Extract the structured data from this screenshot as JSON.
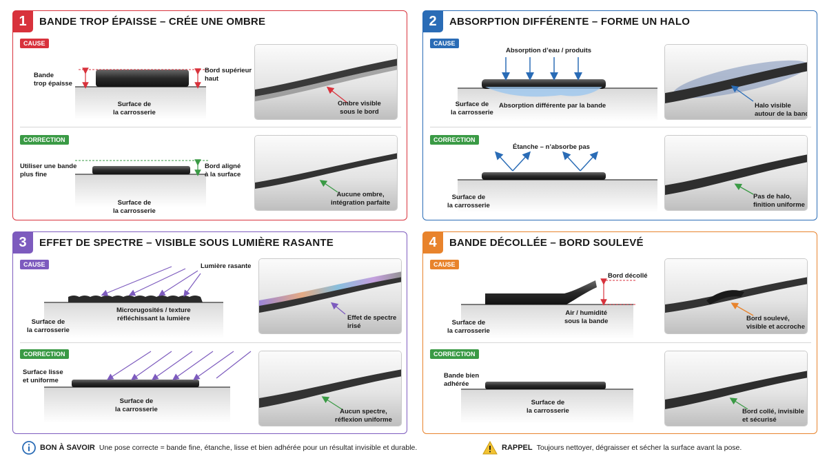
{
  "panels": [
    {
      "number": "1",
      "title": "BANDE TROP ÉPAISSE – CRÉE UNE OMBRE",
      "color": "#d8323c",
      "cause_tag": "CAUSE",
      "correction_tag": "CORRECTION",
      "cause": {
        "left_label": "Bande\ntrop épaisse",
        "right_label": "Bord supérieur\nhaut",
        "surface_label": "Surface de\nla carrosserie",
        "photo_label": "Ombre visible\nsous le bord"
      },
      "correction": {
        "left_label": "Utiliser une bande\nplus fine",
        "right_label": "Bord aligné\nà la surface",
        "surface_label": "Surface de\nla carrosserie",
        "photo_label": "Aucune ombre,\nintégration parfaite"
      }
    },
    {
      "number": "2",
      "title": "ABSORPTION DIFFÉRENTE – FORME UN HALO",
      "color": "#2a6cb6",
      "cause_tag": "CAUSE",
      "correction_tag": "CORRECTION",
      "cause": {
        "top_label": "Absorption d’eau / produits",
        "bottom_label": "Absorption différente par la bande",
        "surface_label": "Surface de\nla carrosserie",
        "photo_label": "Halo visible\nautour de la bande"
      },
      "correction": {
        "top_label": "Étanche – n’absorbe pas",
        "surface_label": "Surface de\nla carrosserie",
        "photo_label": "Pas de halo,\nfinition uniforme"
      }
    },
    {
      "number": "3",
      "title": "EFFET DE SPECTRE – VISIBLE SOUS LUMIÈRE RASANTE",
      "color": "#7d5bbe",
      "cause_tag": "CAUSE",
      "correction_tag": "CORRECTION",
      "cause": {
        "light_label": "Lumière rasante",
        "texture_label": "Microrugosités / texture\nréfléchissant la lumière",
        "surface_label": "Surface de\nla carrosserie",
        "photo_label": "Effet de spectre\nirisé"
      },
      "correction": {
        "left_label": "Surface lisse\net uniforme",
        "surface_label": "Surface de\nla carrosserie",
        "photo_label": "Aucun spectre,\nréflexion uniforme"
      }
    },
    {
      "number": "4",
      "title": "BANDE DÉCOLLÉE – BORD SOULEVÉ",
      "color": "#e8832c",
      "cause_tag": "CAUSE",
      "correction_tag": "CORRECTION",
      "cause": {
        "edge_label": "Bord décollé",
        "air_label": "Air / humidité\nsous la bande",
        "surface_label": "Surface de\nla carrosserie",
        "photo_label": "Bord soulevé,\nvisible et accroche"
      },
      "correction": {
        "left_label": "Bande bien\nadhérée",
        "surface_label": "Surface de\nla carrosserie",
        "photo_label": "Bord collé, invisible\net sécurisé"
      }
    }
  ],
  "footer": {
    "info_title": "BON À SAVOIR",
    "info_text": "Une pose correcte = bande fine, étanche, lisse et bien adhérée pour un résultat invisible et durable.",
    "warn_title": "RAPPEL",
    "warn_text": "Toujours nettoyer, dégraisser et sécher la surface avant la pose."
  }
}
